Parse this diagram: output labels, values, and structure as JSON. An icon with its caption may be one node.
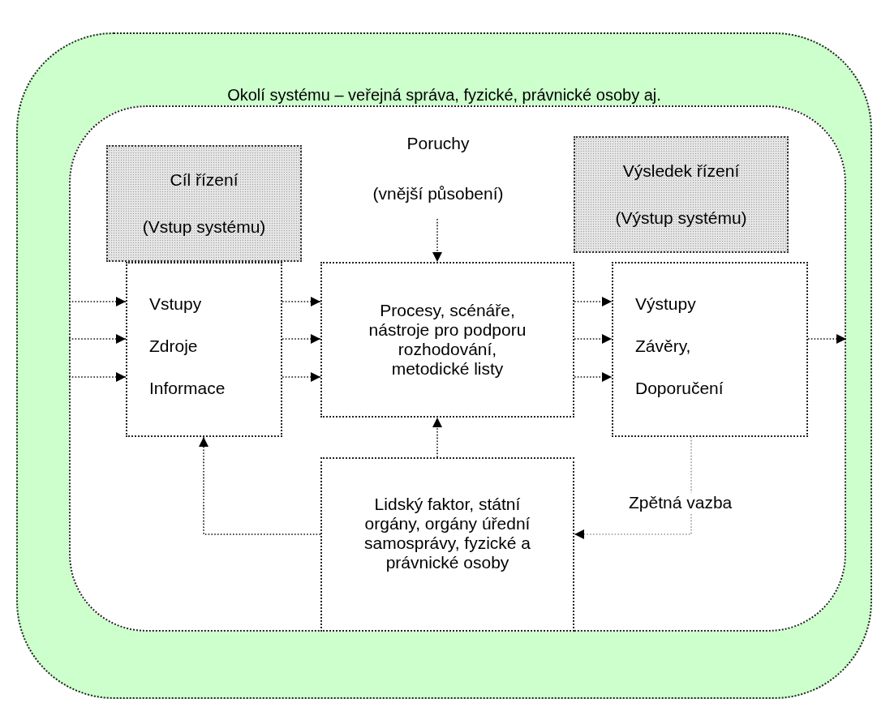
{
  "diagram": {
    "nodes": [
      {
        "text": [
          "Okolí systému – veřejná správa, fyzické, právnické osoby aj."
        ]
      },
      {
        "text": [],
        "shape": "box",
        "in": 0
      },
      {
        "text": [
          "Cíl řízení",
          "(Vstup systému)"
        ],
        "in": 1
      },
      {
        "text": [
          "Vstupy",
          "Zdroje",
          "Informace"
        ],
        "in": 1
      },
      {
        "text": [
          "Poruchy",
          "(vnější působení)"
        ],
        "in": 1
      },
      {
        "text": [
          "Procesy, scénáře, nástroje pro podporu rozhodování, metodické listy"
        ],
        "in": 1
      },
      {
        "text": [
          "Výsledek řízení",
          "(Výstup systému)"
        ],
        "in": 1
      },
      {
        "text": [
          "Výstupy",
          "Závěry,",
          "Doporučení"
        ],
        "in": 1
      },
      {
        "text": [
          "Lidský faktor, státní orgány, orgány úřední samosprávy, fyzické a právnické osoby"
        ],
        "in": 1
      }
    ],
    "edges": [
      {
        "from": null,
        "to": 3,
        "arrow": "to"
      },
      {
        "from": null,
        "to": 3,
        "arrow": "to"
      },
      {
        "from": null,
        "to": 3,
        "arrow": "to"
      },
      {
        "from": 3,
        "to": 5,
        "arrow": "to"
      },
      {
        "from": 3,
        "to": 5,
        "arrow": "to"
      },
      {
        "from": 3,
        "to": 5,
        "arrow": "to"
      },
      {
        "from": 5,
        "to": 7,
        "arrow": "to"
      },
      {
        "from": 5,
        "to": 7,
        "arrow": "to"
      },
      {
        "from": 5,
        "to": 7,
        "arrow": "to"
      },
      {
        "from": 7,
        "to": null,
        "arrow": "to"
      },
      {
        "from": 4,
        "to": 5,
        "arrow": "to"
      },
      {
        "from": 8,
        "to": 5,
        "arrow": "to"
      },
      {
        "from": 8,
        "to": 3,
        "arrow": "to"
      },
      {
        "from": 7,
        "to": 8,
        "arrow": "to",
        "label": "Zpětná vazba",
        "color": "#999999"
      }
    ]
  }
}
